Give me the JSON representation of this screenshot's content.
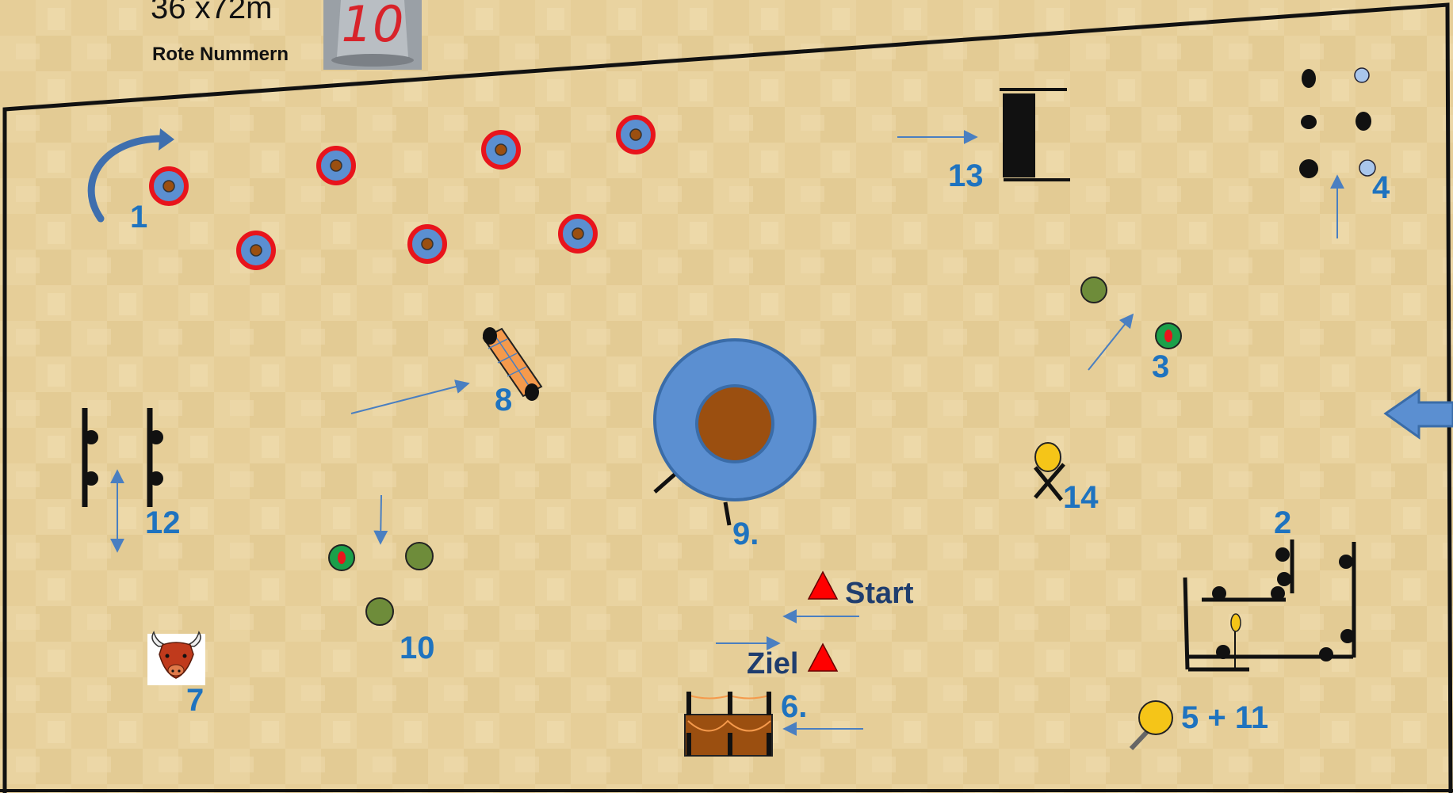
{
  "header": {
    "arena_size": "36 x72m",
    "marker_note": "Rote Nummern",
    "cone_number": "10"
  },
  "stations": [
    {
      "label": "1"
    },
    {
      "label": "2"
    },
    {
      "label": "3"
    },
    {
      "label": "4"
    },
    {
      "label": "5 + 11"
    },
    {
      "label": "6."
    },
    {
      "label": "7"
    },
    {
      "label": "8"
    },
    {
      "label": "9."
    },
    {
      "label": "10"
    },
    {
      "label": "12"
    },
    {
      "label": "13"
    },
    {
      "label": "14"
    }
  ],
  "start_label": "Start",
  "finish_label": "Ziel",
  "icons": [
    "bull-head-icon",
    "cone-photo-icon",
    "entrance-arrow-icon",
    "triangle-marker-icon"
  ],
  "colors": {
    "number_blue": "#1f73bf",
    "arrow_blue": "#4a7fc1",
    "barrel_blue": "#5b8fd1",
    "ring_red": "#e8141c",
    "barrel_brown": "#9b4f10",
    "ball_green": "#6e8c3a",
    "marker_red": "#ff0000",
    "target_yellow": "#f5c518",
    "sand": "#e9d3a0"
  }
}
